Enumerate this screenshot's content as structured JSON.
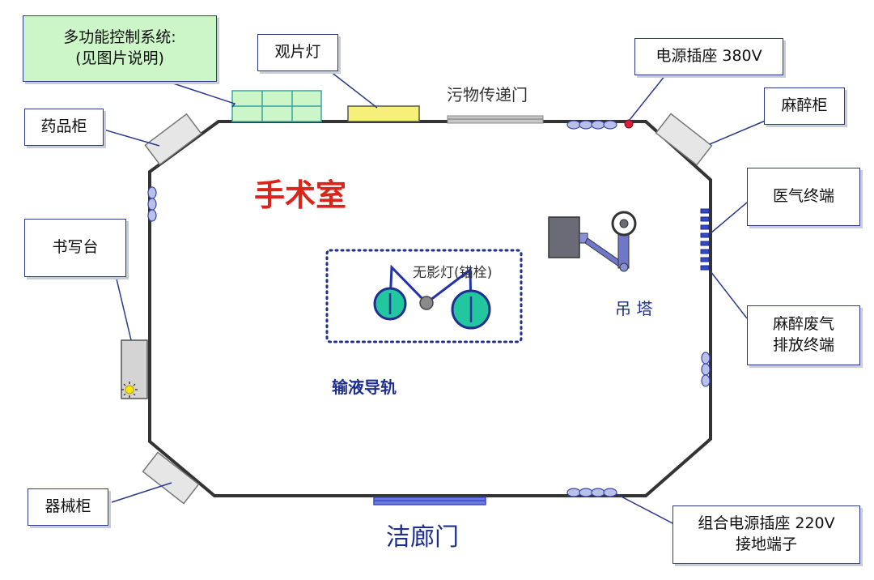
{
  "room": {
    "title": "手术室",
    "shadowless_lamp": "无影灯(锚栓)",
    "pendant": "吊 塔",
    "infusion_rail": "输液导轨",
    "clean_corridor_door": "洁廊门",
    "dirty_pass_door": "污物传递门"
  },
  "callouts": {
    "control_system_line1": "多功能控制系统:",
    "control_system_line2": "(见图片说明)",
    "film_viewer": "观片灯",
    "power_380": "电源插座 380V",
    "drug_cabinet": "药品柜",
    "anesthesia_cabinet": "麻醉柜",
    "medical_gas": "医气终端",
    "writing_desk": "书写台",
    "anesthesia_exhaust_line1": "麻醉废气",
    "anesthesia_exhaust_line2": "排放终端",
    "instrument_cabinet": "器械柜",
    "combo_power_line1": "组合电源插座 220V",
    "combo_power_line2": "接地端子"
  },
  "colors": {
    "title_red": "#d9261c",
    "label_blue": "#1e2f8f",
    "wall": "#333333",
    "callout_border": "#2b3a8a",
    "panel_green": "#ccf5c8",
    "lamp_teal": "#22c7a0",
    "door_blue": "#3a49c9",
    "film_yellow": "#f6ef7a"
  }
}
